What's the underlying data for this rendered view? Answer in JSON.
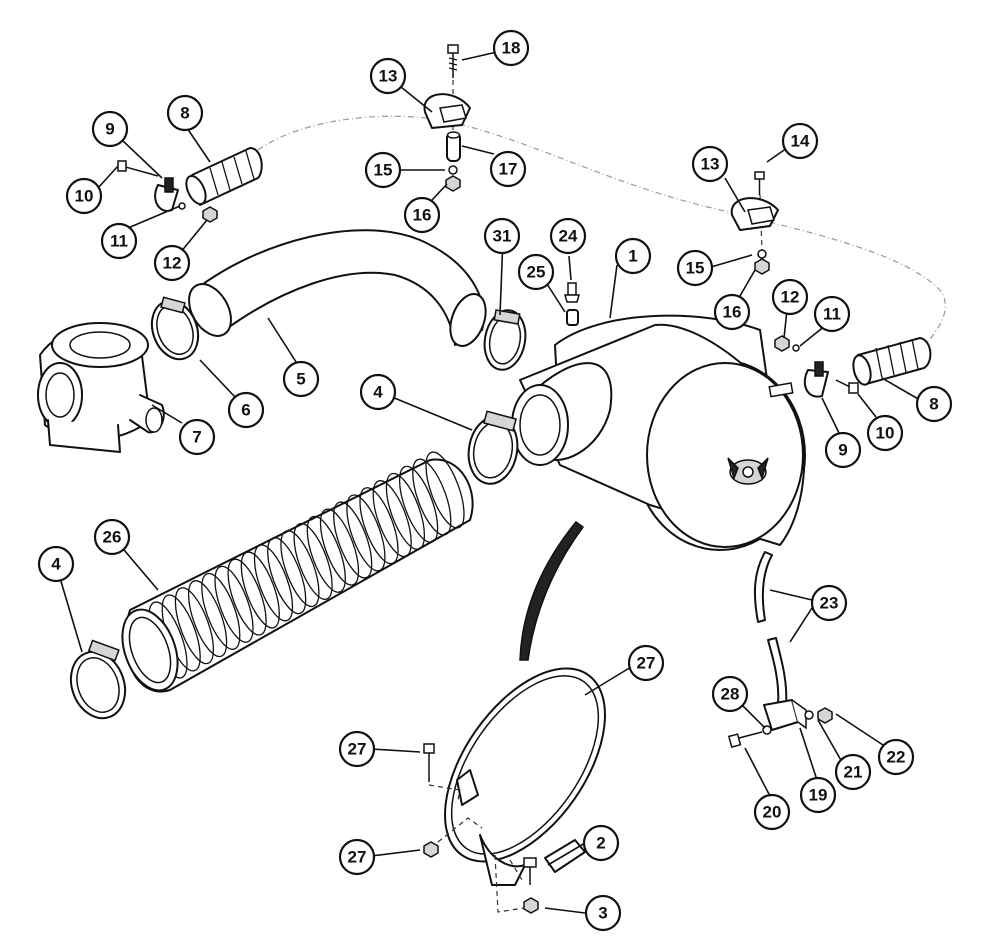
{
  "diagram": {
    "callouts": [
      {
        "id": "c1",
        "label": "1"
      },
      {
        "id": "c2",
        "label": "2"
      },
      {
        "id": "c3",
        "label": "3"
      },
      {
        "id": "c4a",
        "label": "4"
      },
      {
        "id": "c4b",
        "label": "4"
      },
      {
        "id": "c5",
        "label": "5"
      },
      {
        "id": "c6",
        "label": "6"
      },
      {
        "id": "c7",
        "label": "7"
      },
      {
        "id": "c8a",
        "label": "8"
      },
      {
        "id": "c8b",
        "label": "8"
      },
      {
        "id": "c9a",
        "label": "9"
      },
      {
        "id": "c9b",
        "label": "9"
      },
      {
        "id": "c10a",
        "label": "10"
      },
      {
        "id": "c10b",
        "label": "10"
      },
      {
        "id": "c11a",
        "label": "11"
      },
      {
        "id": "c11b",
        "label": "11"
      },
      {
        "id": "c12a",
        "label": "12"
      },
      {
        "id": "c12b",
        "label": "12"
      },
      {
        "id": "c13a",
        "label": "13"
      },
      {
        "id": "c13b",
        "label": "13"
      },
      {
        "id": "c14",
        "label": "14"
      },
      {
        "id": "c15a",
        "label": "15"
      },
      {
        "id": "c15b",
        "label": "15"
      },
      {
        "id": "c16a",
        "label": "16"
      },
      {
        "id": "c16b",
        "label": "16"
      },
      {
        "id": "c17",
        "label": "17"
      },
      {
        "id": "c18",
        "label": "18"
      },
      {
        "id": "c19",
        "label": "19"
      },
      {
        "id": "c20",
        "label": "20"
      },
      {
        "id": "c21",
        "label": "21"
      },
      {
        "id": "c22",
        "label": "22"
      },
      {
        "id": "c23",
        "label": "23"
      },
      {
        "id": "c24",
        "label": "24"
      },
      {
        "id": "c25",
        "label": "25"
      },
      {
        "id": "c26",
        "label": "26"
      },
      {
        "id": "c27a",
        "label": "27"
      },
      {
        "id": "c27b",
        "label": "27"
      },
      {
        "id": "c27c",
        "label": "27"
      },
      {
        "id": "c28",
        "label": "28"
      },
      {
        "id": "c31",
        "label": "31"
      }
    ]
  }
}
